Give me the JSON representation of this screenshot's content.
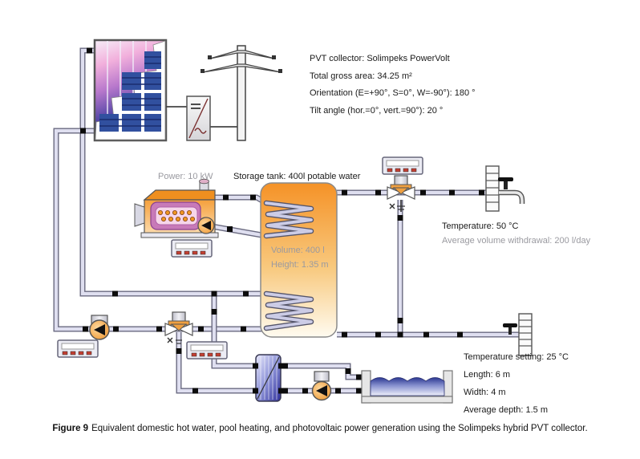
{
  "diagram": {
    "pvt_info": {
      "lines": [
        "PVT collector: Solimpeks PowerVolt",
        "Total gross area: 34.25 m²",
        "Orientation (E=+90°, S=0°, W=-90°): 180 °",
        "Tilt angle (hor.=0°, vert.=90°): 20 °"
      ]
    },
    "boiler": {
      "power_label": "Power: 10 kW"
    },
    "storage_tank": {
      "title": "Storage tank: 400l potable water",
      "volume_label": "Volume: 400 l",
      "height_label": "Height: 1.35 m"
    },
    "dhw": {
      "temperature_label": "Temperature: 50 °C",
      "withdrawal_label": "Average volume withdrawal: 200 l/day"
    },
    "pool": {
      "temperature_label": "Temperature setting: 25 °C",
      "length_label": "Length: 6 m",
      "width_label": "Width: 4 m",
      "depth_label": "Average depth: 1.5 m"
    }
  },
  "caption": {
    "label": "Figure 9",
    "text": "Equivalent domestic hot water, pool heating, and photovoltaic power generation using the Solimpeks hybrid PVT collector."
  },
  "icons": [
    "pvt-collector-icon",
    "inverter-icon",
    "power-grid-tower-icon",
    "boiler-icon",
    "storage-tank-icon",
    "coil-heat-exchanger-icon",
    "plate-heat-exchanger-icon",
    "pool-icon",
    "pump-icon",
    "three-way-valve-icon",
    "controller-icon",
    "faucet-icon",
    "tap-valve-icon",
    "pipe",
    "pipe-connector"
  ],
  "colors": {
    "tank_orange": "#f59227",
    "boiler_orange": "#f5a03c",
    "pump_orange": "#f09830",
    "pipe_fill": "#dfdff0",
    "pv_cell_blue": "#31509f",
    "pool_water_blue": "#2a3690",
    "controller_button_red": "#c44033",
    "label_gray": "#9a9aa0",
    "label_black": "#1a1a1a"
  }
}
